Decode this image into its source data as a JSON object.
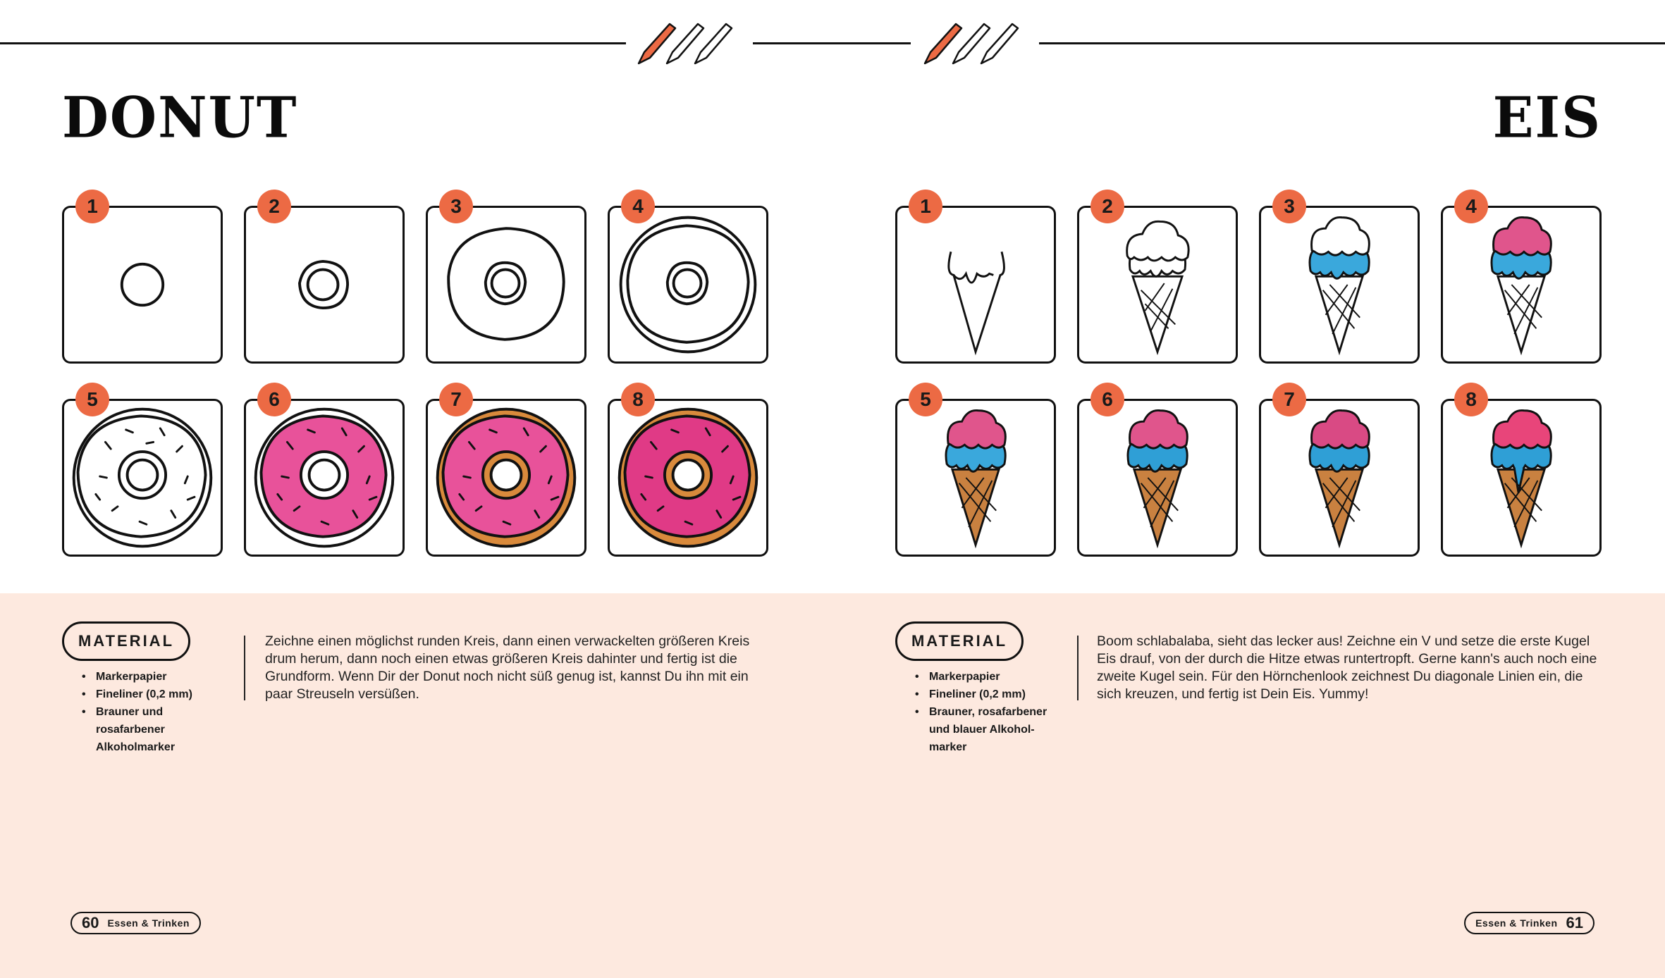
{
  "left_page": {
    "title": "DONUT",
    "steps": [
      "1",
      "2",
      "3",
      "4",
      "5",
      "6",
      "7",
      "8"
    ],
    "material_label": "MATERIAL",
    "materials": [
      "Markerpapier",
      "Fineliner (0,2 mm)",
      "Brauner und rosafarbener Alkoholmarker"
    ],
    "description": "Zeichne einen möglichst runden Kreis, dann einen verwackelten größeren Kreis drum herum, dann noch einen etwas größeren Kreis dahinter und fertig ist die Grundform. Wenn Dir der Donut noch nicht süß genug ist, kannst Du ihn mit ein paar Streuseln versüßen.",
    "page_number": "60",
    "section": "Essen & Trinken"
  },
  "right_page": {
    "title": "EIS",
    "steps": [
      "1",
      "2",
      "3",
      "4",
      "5",
      "6",
      "7",
      "8"
    ],
    "material_label": "MATERIAL",
    "materials": [
      "Markerpapier",
      "Fineliner (0,2 mm)",
      "Brauner, rosafarbener und blauer Alkohol-marker"
    ],
    "description": "Boom schlabalaba, sieht das lecker aus! Zeichne ein V und setze die erste Kugel Eis drauf, von der durch die Hitze etwas runtertropft. Gerne kann's auch noch eine zweite Kugel sein. Für den Hörnchenlook zeichnest Du diagonale Linien ein, die sich kreuzen, und fertig ist Dein Eis. Yummy!",
    "page_number": "61",
    "section": "Essen & Trinken"
  },
  "colors": {
    "accent_orange": "#ec6a44",
    "footer_band": "#fde9df",
    "donut_pink": "#e8529a",
    "donut_dough": "#d98a3c",
    "ice_pink": "#e0558c",
    "ice_blue": "#3aa8dc",
    "cone_brown": "#c98140"
  },
  "icons": [
    "pencil-group-icon",
    "donut-drawing-icon",
    "ice-cream-drawing-icon"
  ]
}
